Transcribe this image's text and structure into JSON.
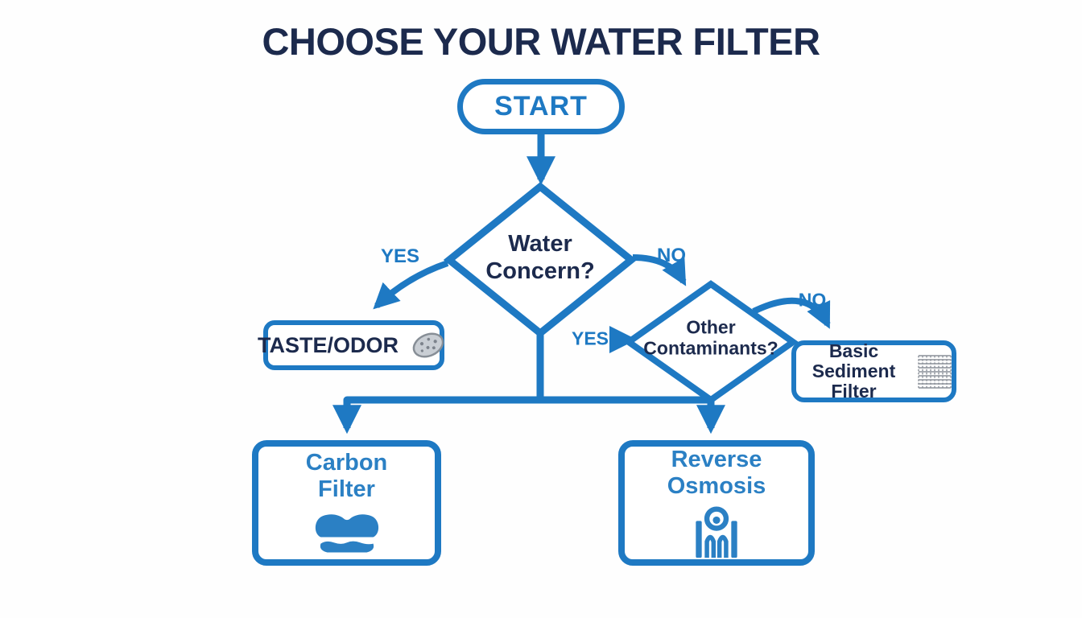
{
  "title": "CHOOSE YOUR WATER FILTER",
  "colors": {
    "blue": "#1e79c3",
    "navy": "#1c2a4d",
    "icon_gray": "#8b9199",
    "background": "#fefefe"
  },
  "nodes": {
    "start": {
      "label": "START"
    },
    "decision_water_concern": {
      "line1": "Water",
      "line2": "Concern?"
    },
    "taste_odor": {
      "label": "TASTE/ODOR",
      "icon": "sponge-icon"
    },
    "decision_other_contaminants": {
      "line1": "Other",
      "line2": "Contaminants?"
    },
    "basic_sediment_filter": {
      "line1": "Basic Sediment",
      "line2": "Filter",
      "icon": "mesh-icon"
    },
    "carbon_filter": {
      "line1": "Carbon",
      "line2": "Filter",
      "icon": "sponge-icon"
    },
    "reverse_osmosis": {
      "line1": "Reverse",
      "line2": "Osmosis",
      "icon": "membrane-icon"
    }
  },
  "edge_labels": {
    "water_concern_yes": "YES",
    "water_concern_no": "NO",
    "other_contaminants_yes": "YES",
    "other_contaminants_no": "NO"
  }
}
